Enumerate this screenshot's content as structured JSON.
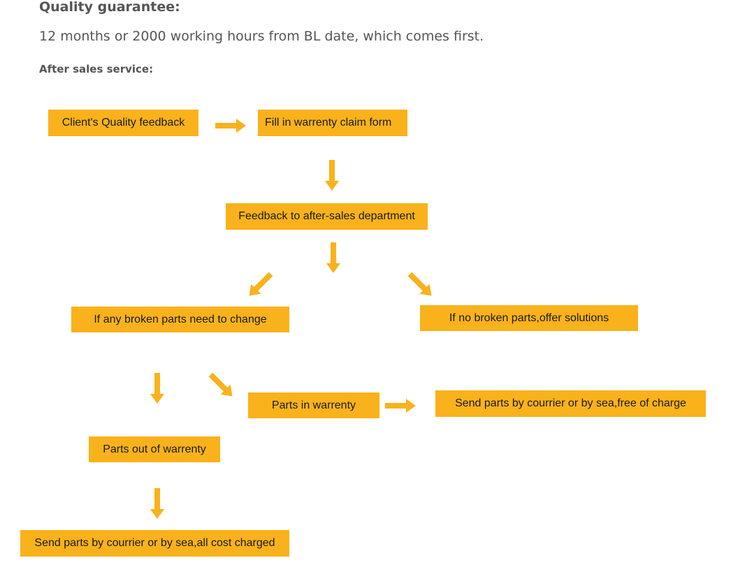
{
  "quality": {
    "heading": "Quality guarantee:",
    "text": "12 months or 2000 working hours from BL date, which comes first."
  },
  "after_sales": {
    "heading": "After sales service:"
  },
  "flow": {
    "client_feedback": "Client's Quality feedback",
    "fill_claim_form": "Fill in warrenty claim form",
    "feedback_department": "Feedback to after-sales department",
    "broken_parts_change": "If any broken parts need to change",
    "no_broken_parts": "If no broken parts,offer solutions",
    "parts_in_warranty": "Parts in warrenty",
    "send_free": "Send parts by courrier or by sea,free of charge",
    "parts_out_warranty": "Parts out of warrenty",
    "send_charged": "Send parts by courrier or by sea,all cost charged"
  },
  "colors": {
    "box_fill": "#f9b21b",
    "arrow_fill": "#f9b21b",
    "heading_text": "#555555",
    "box_text": "#1a1a1a"
  },
  "icons": {
    "arrow": "arrow-icon"
  }
}
